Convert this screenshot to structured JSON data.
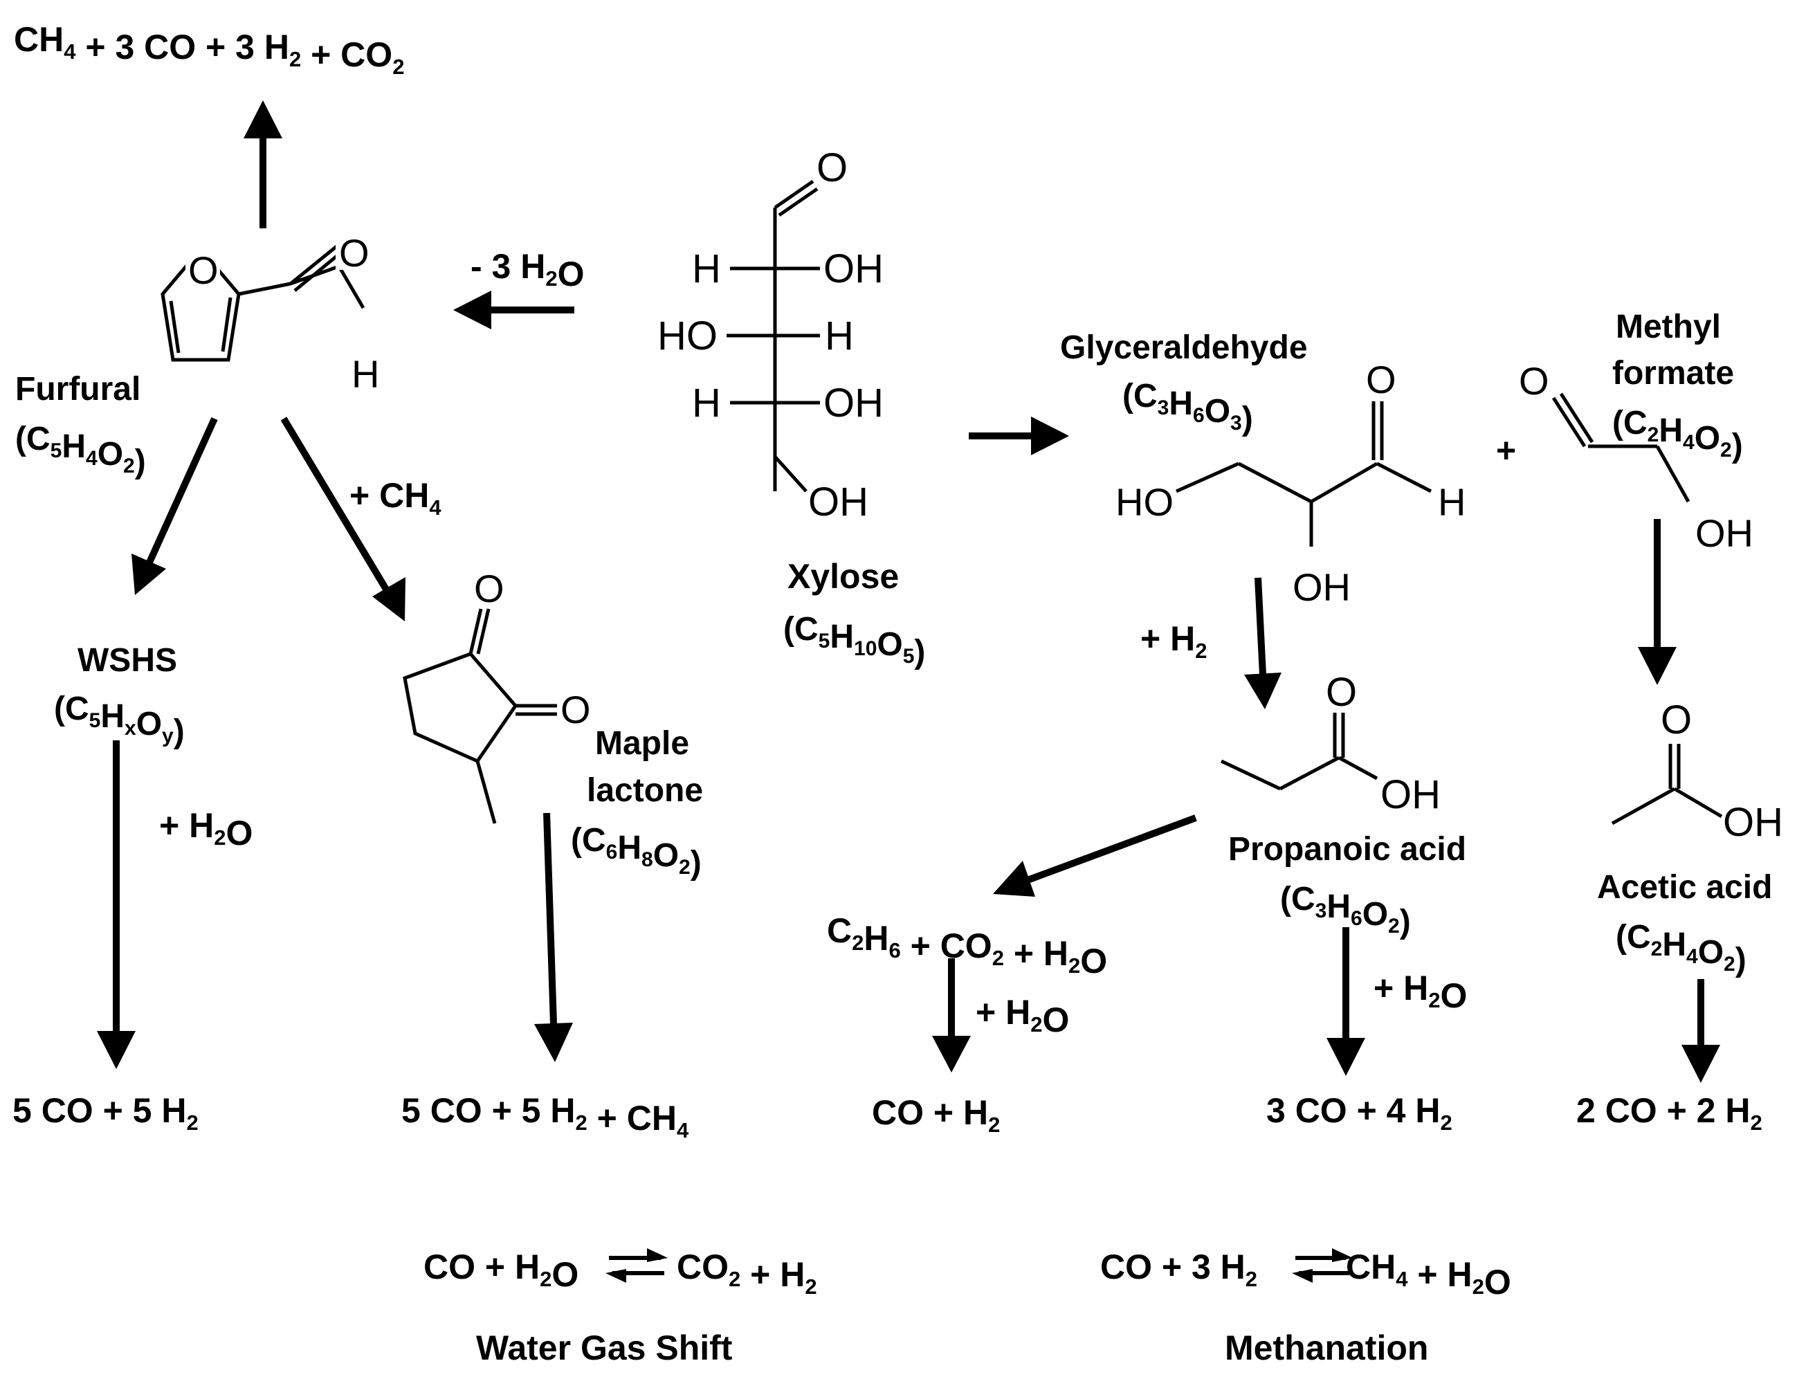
{
  "reactions": {
    "furfural_decomposition": "CH4 + 3 CO + 3 H2 + CO2",
    "dehydration_condition": "- 3 H2O",
    "methane_addition": "+ CH4",
    "water_addition_wshs": "+ H2O",
    "hydrogen_addition": "+ H2",
    "plus_sign": "+",
    "water_addition_ethane": "+ H2O",
    "water_addition_propanoic": "+ H2O",
    "propanoic_decomposition": "C2H6 + CO2 + H2O"
  },
  "compounds": {
    "xylose": {
      "name": "Xylose",
      "formula": "(C5H10O5)"
    },
    "furfural": {
      "name": "Furfural",
      "formula": "(C5H4O2)"
    },
    "glyceraldehyde": {
      "name": "Glyceraldehyde",
      "formula": "(C3H6O3)"
    },
    "methyl_formate": {
      "name_line1": "Methyl",
      "name_line2": "formate",
      "formula": "(C2H4O2)"
    },
    "wshs": {
      "name": "WSHS",
      "formula": "(C5HxOy)"
    },
    "maple_lactone": {
      "name_line1": "Maple",
      "name_line2": "lactone",
      "formula": "(C6H8O2)"
    },
    "propanoic_acid": {
      "name": "Propanoic acid",
      "formula": "(C3H6O2)"
    },
    "acetic_acid": {
      "name": "Acetic acid",
      "formula": "(C2H4O2)"
    }
  },
  "products": {
    "wshs": "5 CO + 5 H2",
    "maple_lactone": "5 CO + 5 H2 + CH4",
    "ethane": "CO + H2",
    "propanoic_acid": "3 CO + 4 H2",
    "acetic_acid": "2 CO + 2 H2"
  },
  "equilibria": {
    "water_gas_shift": {
      "left": "CO + H2O",
      "right": "CO2 + H2",
      "label": "Water Gas Shift"
    },
    "methanation": {
      "left": "CO + 3 H2",
      "right": "CH4 + H2O",
      "label": "Methanation"
    }
  },
  "atoms": {
    "O": "O",
    "H": "H",
    "OH": "OH",
    "HO": "HO"
  }
}
